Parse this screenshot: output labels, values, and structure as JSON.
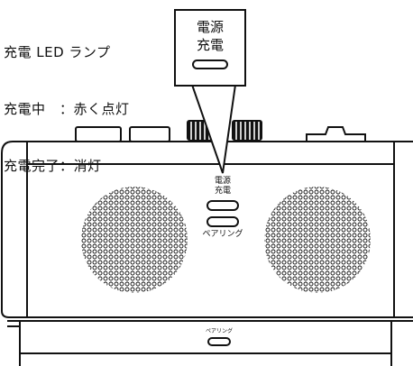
{
  "legend": {
    "line1": "充電 LED ランプ",
    "line2": "充電中　：赤く点灯",
    "line3": "充電完了：消灯"
  },
  "callout": {
    "line1": "電源",
    "line2": "充電"
  },
  "device": {
    "power_label_1": "電源",
    "power_label_2": "充電",
    "pairing_label": "ペアリング"
  },
  "base": {
    "pairing_label": "ペアリング"
  }
}
